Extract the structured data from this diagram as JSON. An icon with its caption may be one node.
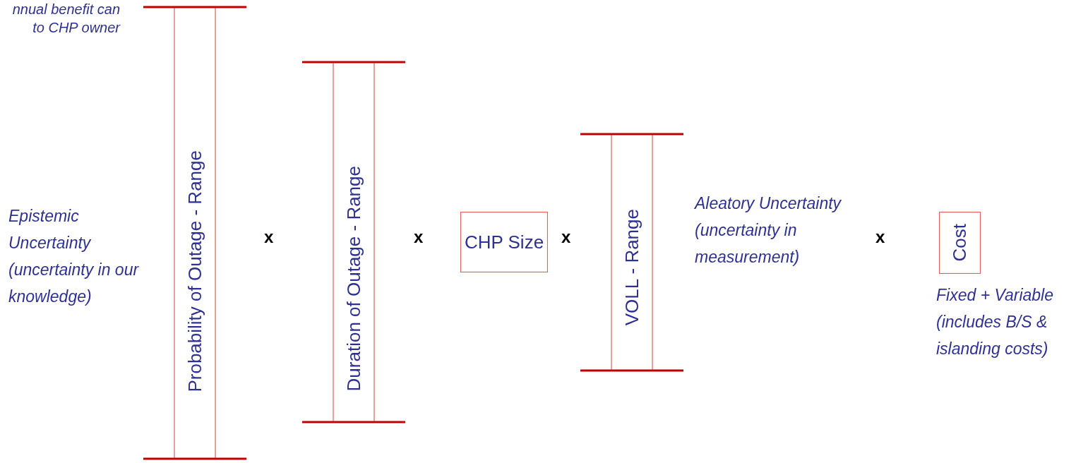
{
  "diagram": {
    "nodes": [
      {
        "text": [
          "Probability of Outage - Range"
        ],
        "beside": [
          "Epistemic Uncertainty (uncertainty in our knowledge)"
        ]
      },
      {
        "text": [
          "Duration of Outage - Range"
        ]
      },
      {
        "text": [
          "CHP Size"
        ]
      },
      {
        "text": [
          "VOLL - Range"
        ],
        "beside": [
          "Aleatory Uncertainty (uncertainty in measurement)"
        ]
      },
      {
        "text": [
          "Cost"
        ],
        "beside": [
          "Fixed + Variable (includes B/S & islanding costs)"
        ]
      }
    ],
    "labels": [
      "nnual benefit can to CHP owner",
      "x",
      "x",
      "x",
      "x"
    ]
  }
}
